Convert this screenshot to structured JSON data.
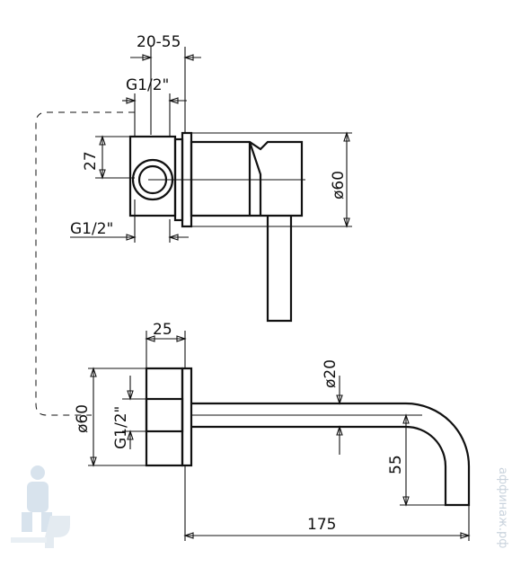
{
  "dimensions": {
    "valve_depth": "20-55",
    "valve_thread_top": "G1/2\"",
    "valve_thread_bottom": "G1/2\"",
    "valve_height": "27",
    "valve_diameter": "ø60",
    "spout_body_width": "25",
    "spout_diameter": "ø20",
    "spout_flange_diameter": "ø60",
    "spout_thread": "G1/2\"",
    "spout_drop": "55",
    "spout_length": "175"
  },
  "watermark": {
    "text": "аффинаж.рф",
    "icon": "plumber-with-toilet-logo"
  },
  "colors": {
    "line": "#111111",
    "watermark": "#c9d3dd"
  }
}
